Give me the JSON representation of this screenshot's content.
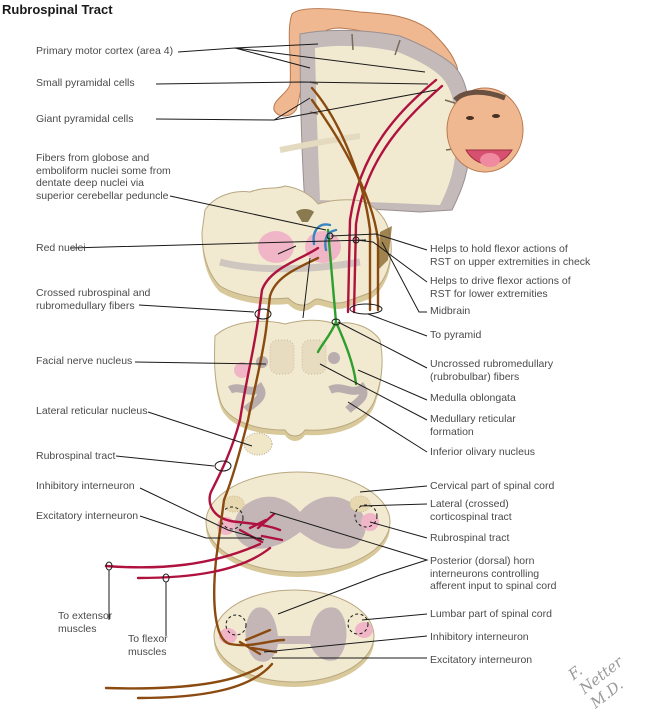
{
  "title": "Rubrospinal Tract",
  "colors": {
    "rubrospinal": "#b0123f",
    "corticospinal": "#8a4a10",
    "rubrobulbar": "#2e9e2e",
    "cerebellar": "#3a86c0",
    "tissue": "#f2ead0",
    "gray_matter": "#b9adad",
    "red_nucleus": "#f0b6c8",
    "leader_line": "#1a1a1a"
  },
  "left_labels": {
    "primary_motor_cortex": "Primary motor cortex (area 4)",
    "small_pyramidal": "Small pyramidal cells",
    "giant_pyramidal": "Giant pyramidal cells",
    "cerebellar_fibers": [
      "Fibers from globose and",
      "emboliform nuclei some from",
      "dentate deep nuclei via",
      "superior cerebellar peduncle"
    ],
    "red_nuclei": "Red nuclei",
    "crossed_fibers": [
      "Crossed rubrospinal and",
      "rubromedullary fibers"
    ],
    "facial_nerve": "Facial nerve nucleus",
    "lateral_reticular": "Lateral reticular nucleus",
    "rubrospinal_tract": "Rubrospinal tract",
    "inhibitory_interneuron": "Inhibitory interneuron",
    "excitatory_interneuron": "Excitatory interneuron",
    "to_extensor": [
      "To extensor",
      "muscles"
    ],
    "to_flexor": [
      "To flexor",
      "muscles"
    ]
  },
  "right_labels": {
    "hold_flexor": [
      "Helps to hold flexor actions of",
      "RST on upper extremities in check"
    ],
    "drive_flexor": [
      "Helps to drive flexor actions of",
      "RST for lower extremities"
    ],
    "midbrain": "Midbrain",
    "to_pyramid": "To pyramid",
    "uncrossed": [
      "Uncrossed rubromedullary",
      "(rubrobulbar) fibers"
    ],
    "medulla": "Medulla oblongata",
    "medullary_reticular": [
      "Medullary reticular",
      "formation"
    ],
    "inferior_olivary": "Inferior olivary nucleus",
    "cervical": "Cervical part of spinal cord",
    "lateral_corticospinal": [
      "Lateral (crossed)",
      "corticospinal tract"
    ],
    "rubrospinal_tract": "Rubrospinal tract",
    "posterior_horn": [
      "Posterior (dorsal) horn",
      "interneurons controlling",
      "afferent input to spinal cord"
    ],
    "lumbar": "Lumbar part of spinal cord",
    "inhibitory_interneuron": "Inhibitory interneuron",
    "excitatory_interneuron": "Excitatory interneuron"
  },
  "signature": "F. Netter M.D."
}
